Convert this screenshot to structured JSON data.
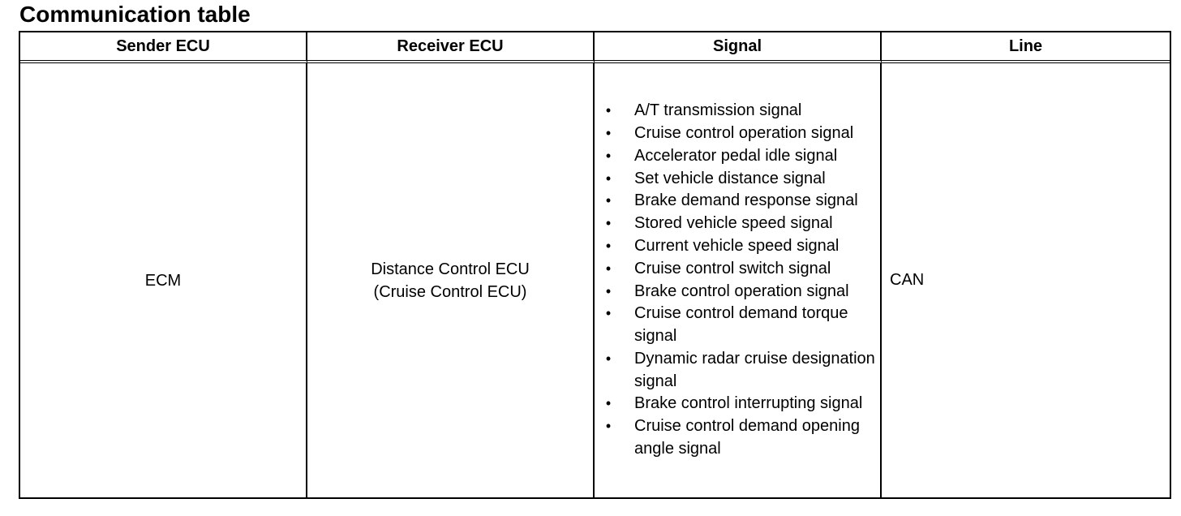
{
  "title": "Communication table",
  "table": {
    "headers": [
      "Sender ECU",
      "Receiver ECU",
      "Signal",
      "Line"
    ],
    "row": {
      "sender": "ECM",
      "receiver_line1": "Distance Control ECU",
      "receiver_line2": "(Cruise Control ECU)",
      "line": "CAN",
      "signals": [
        "A/T transmission signal",
        "Cruise control operation signal",
        "Accelerator pedal idle signal",
        "Set vehicle distance signal",
        "Brake demand response signal",
        "Stored vehicle speed signal",
        "Current vehicle speed signal",
        "Cruise control switch signal",
        "Brake control operation signal",
        "Cruise control demand torque signal",
        "Dynamic radar cruise designation signal",
        "Brake control interrupting signal",
        "Cruise control demand opening angle signal"
      ]
    }
  },
  "bullet_glyph": "•"
}
